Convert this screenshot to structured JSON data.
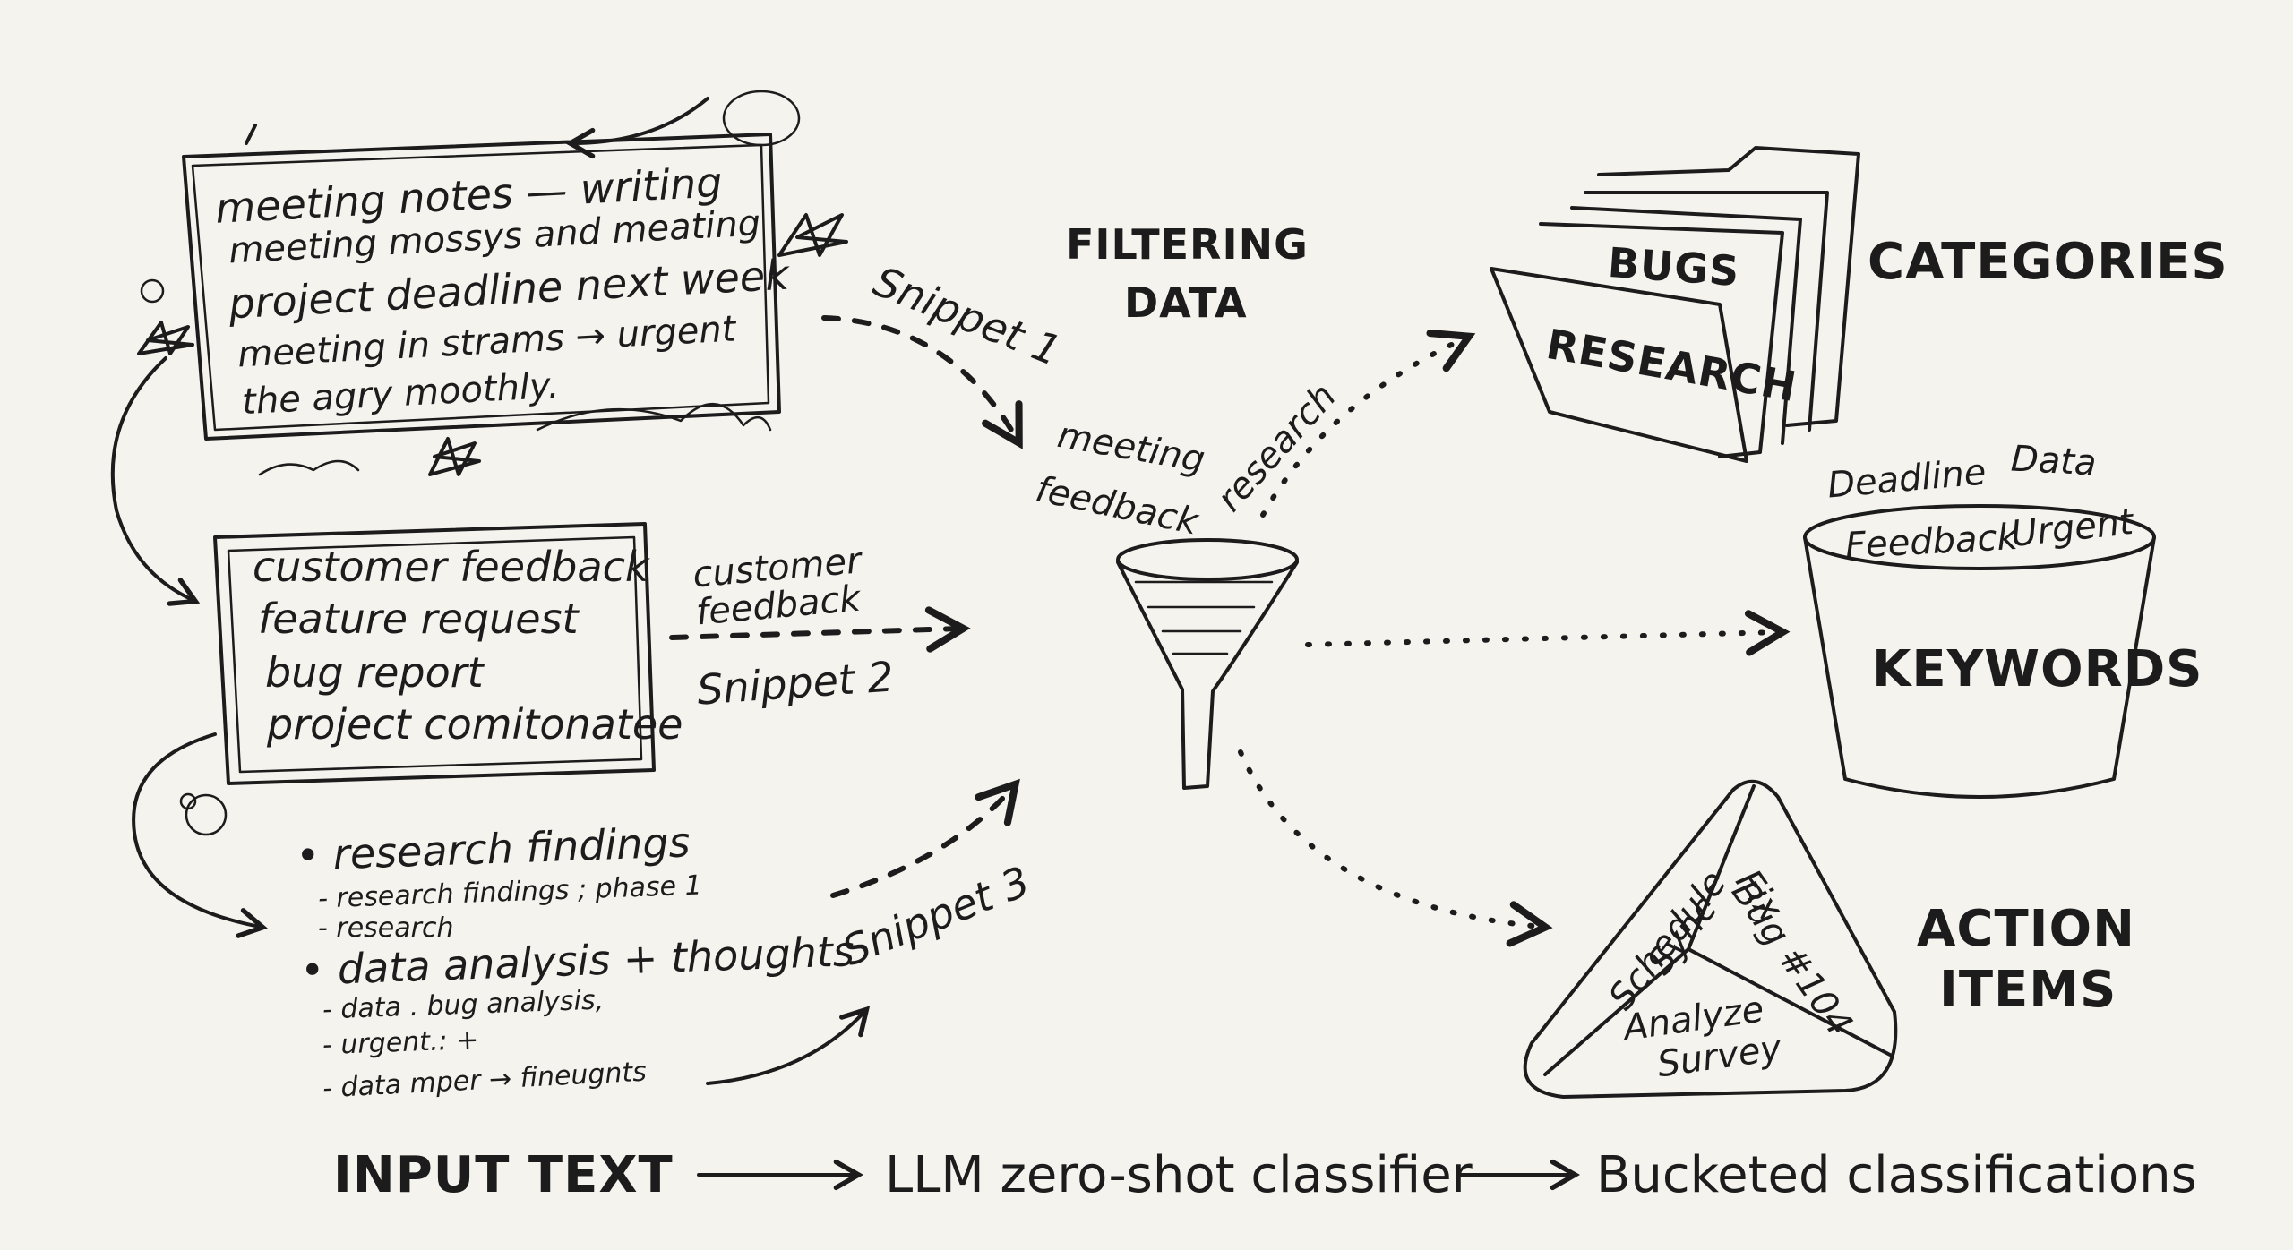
{
  "notes_box": {
    "lines": [
      "meeting notes — writing",
      "meeting mossys and meating",
      "project deadline next week",
      "meeting in strams → urgent",
      "the agry moothly."
    ]
  },
  "feature_box": {
    "lines": [
      "customer feedback",
      "feature request",
      "bug report",
      "project comitonatee"
    ]
  },
  "research_notes": {
    "lines": [
      "• research findings",
      "- research findings ; phase 1",
      "- research",
      "• data analysis + thoughts",
      "- data . bug analysis,",
      "- urgent.: +",
      "- data  mper → fineugnts"
    ]
  },
  "snippets": {
    "s1": "Snippet 1",
    "s2": "Snippet 2",
    "s3": "Snippet 3",
    "s2_tag": "customer feedback"
  },
  "funnel": {
    "title_line1": "FILTERING",
    "title_line2": "DATA",
    "word_meeting": "meeting",
    "word_feedback": "feedback",
    "word_research": "research"
  },
  "outputs": {
    "categories_label": "CATEGORIES",
    "folder_tabs": [
      "BUGS",
      "RESEARCH"
    ],
    "keywords_label": "KEYWORDS",
    "keywords": [
      "Deadline",
      "Data",
      "Feedback",
      "Urgent"
    ],
    "action_label_line1": "ACTION",
    "action_label_line2": "ITEMS",
    "actions": [
      {
        "l1": "Schedule",
        "l2": "Sync"
      },
      {
        "l1": "Fix",
        "l2": "Bug #104"
      },
      {
        "l1": "Analyze",
        "l2": "Survey"
      }
    ]
  },
  "footer": {
    "input": "INPUT TEXT",
    "classifier": "LLM zero-shot classifier",
    "output": "Bucketed classifications"
  }
}
